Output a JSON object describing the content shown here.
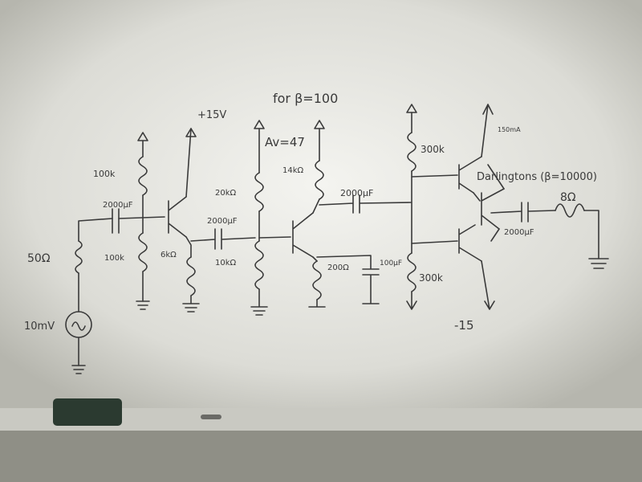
{
  "labels": {
    "for_beta": "for β=100",
    "supply_pos": "+15V",
    "supply_neg": "-15",
    "av": "Av=47",
    "r_source": "50Ω",
    "v_source": "10mV",
    "cap_in": "2000μF",
    "r_bias_top": "100k",
    "r_bias_bot": "100k",
    "r_emitter1": "6kΩ",
    "cap_stage2": "2000μF",
    "r_b2_top": "20kΩ",
    "r_b2_bot": "10kΩ",
    "r_collector2": "14kΩ",
    "r_emitter2": "200Ω",
    "cap_bypass": "100μF",
    "cap_stage3": "2000μF",
    "r_bias3_top": "300k",
    "r_bias3_bot": "300k",
    "current_note": "150mA",
    "darlingtons": "Darlingtons (β=10000)",
    "r_load": "8Ω",
    "cap_out": "2000μF"
  },
  "colors": {
    "board": "#eeeeea",
    "ink": "#3a3a3a",
    "wall": "#8f8f86",
    "tray": "#c9c9c2",
    "eraser": "#2b3a30"
  }
}
